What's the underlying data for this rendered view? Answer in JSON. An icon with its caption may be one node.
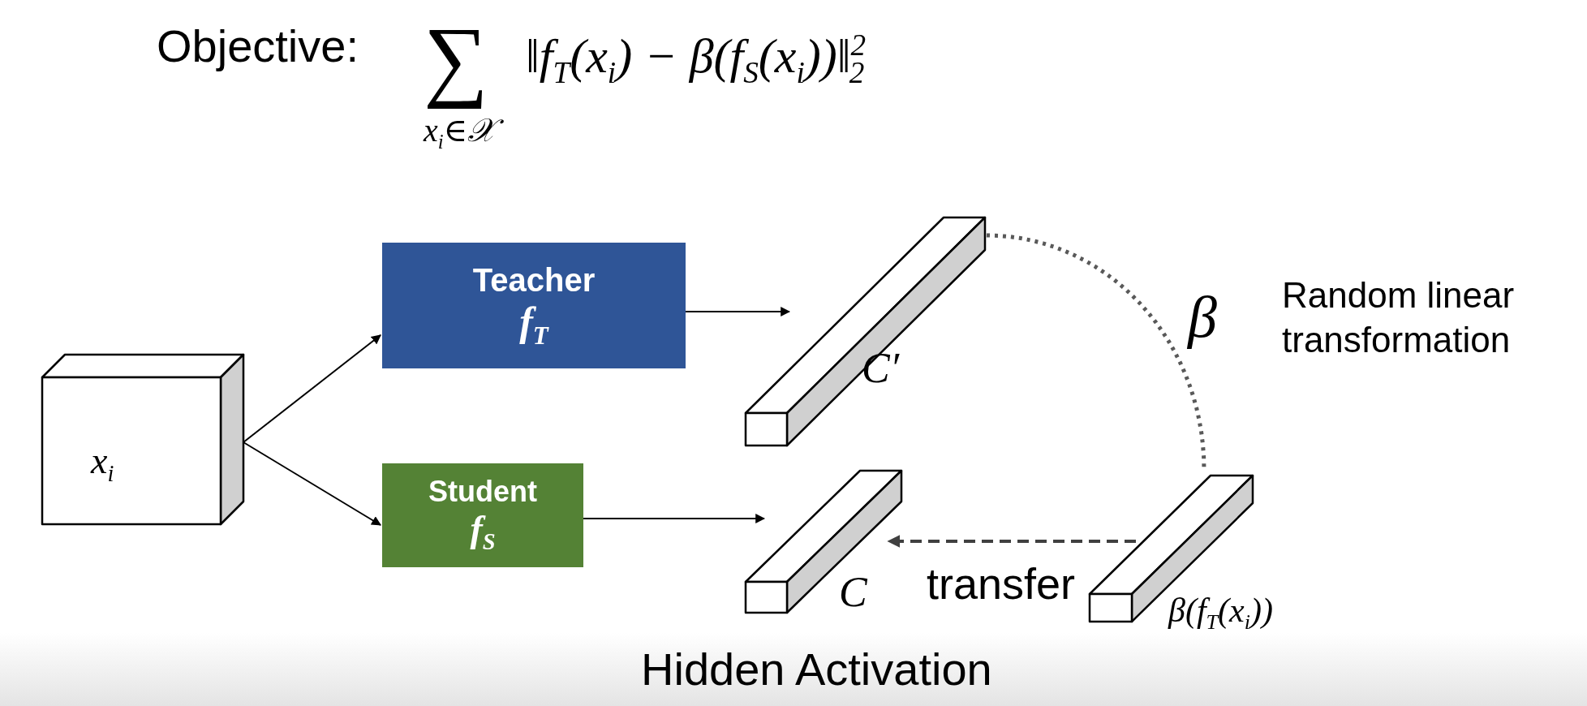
{
  "diagram": {
    "nodes": [
      {
        "text": [
          "x$_{i}$"
        ]
      },
      {
        "text": [
          "Teacher",
          "f$_{T}$"
        ]
      },
      {
        "text": [
          "Student",
          "f$_{S}$"
        ]
      },
      {
        "text": [],
        "shape": "bar",
        "beside": [
          "C′"
        ]
      },
      {
        "text": [],
        "shape": "bar",
        "beside": [
          "C"
        ]
      },
      {
        "text": [],
        "shape": "bar",
        "beside": [
          "β(f$_{T}$(x$_{i}$))"
        ]
      }
    ],
    "edges": [
      {
        "from": 0,
        "to": 1,
        "arrow": "to"
      },
      {
        "from": 0,
        "to": 2,
        "arrow": "to"
      },
      {
        "from": 1,
        "to": 3,
        "arrow": "to"
      },
      {
        "from": 2,
        "to": 4,
        "arrow": "to"
      },
      {
        "from": 5,
        "to": 4,
        "arrow": "to",
        "label": "transfer",
        "style": "dashed",
        "color": "#404040"
      },
      {
        "from": 3,
        "to": 5,
        "arrow": "none",
        "label": "β",
        "style": "dashed",
        "color": "#595959"
      }
    ],
    "labels": [
      "Objective:",
      "∑",
      "‖f$_{T}$(x$_{i}$) − β(f$_{S}$(x$_{i}$))‖$^{2}$$_{2}$",
      "x$_{i}$∈𝒳",
      "Random linear transformation",
      "Hidden Activation"
    ]
  }
}
